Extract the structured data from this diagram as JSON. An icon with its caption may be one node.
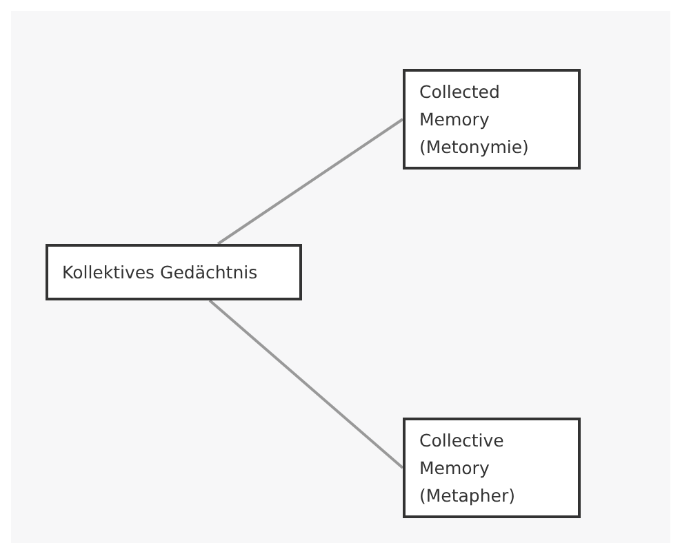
{
  "diagram": {
    "nodes": [
      {
        "text": [
          "Kollektives Gedächtnis"
        ]
      },
      {
        "text": [
          "Collected Memory (Metonymie)"
        ]
      },
      {
        "text": [
          "Collective Memory (Metapher)"
        ]
      }
    ],
    "edges": [
      {
        "from": 0,
        "to": 1,
        "arrow": "none"
      },
      {
        "from": 0,
        "to": 2,
        "arrow": "none"
      }
    ]
  }
}
